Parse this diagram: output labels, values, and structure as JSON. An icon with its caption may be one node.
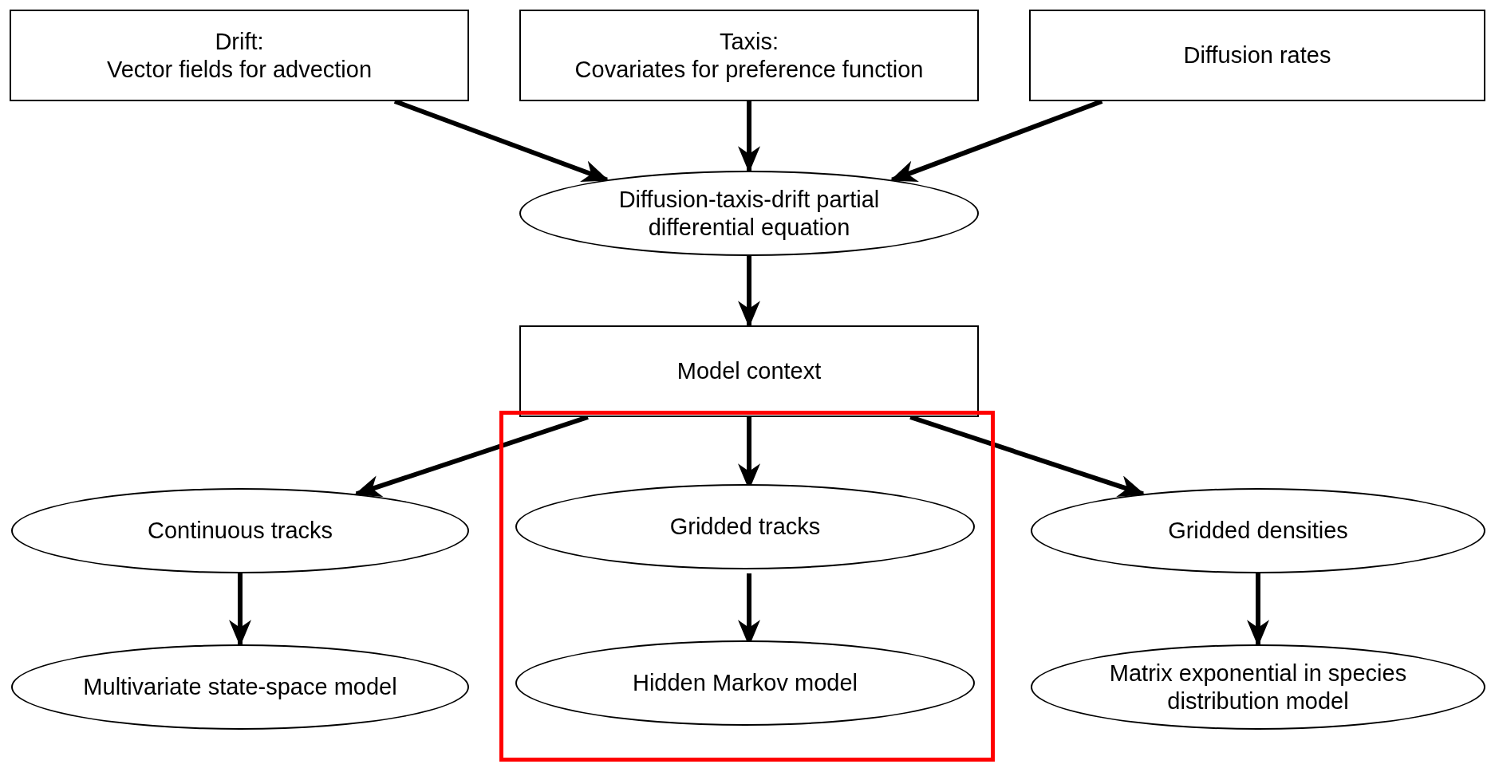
{
  "diagram": {
    "nodes": [
      {
        "text": [
          "Drift:",
          "Vector fields for advection"
        ]
      },
      {
        "text": [
          "Taxis:",
          "Covariates for preference function"
        ]
      },
      {
        "text": [
          "Diffusion rates"
        ]
      },
      {
        "text": [
          "Diffusion-taxis-drift partial differential equation"
        ]
      },
      {
        "text": [
          "Model context"
        ]
      },
      {
        "text": [
          "Continuous tracks"
        ]
      },
      {
        "text": [],
        "shape": "box"
      },
      {
        "text": [
          "Gridded tracks"
        ],
        "in": 6
      },
      {
        "text": [
          "Gridded densities"
        ]
      },
      {
        "text": [
          "Multivariate state-space model"
        ]
      },
      {
        "text": [
          "Hidden Markov model"
        ],
        "in": 6
      },
      {
        "text": [
          "Matrix exponential in species distribution model"
        ]
      }
    ],
    "edges": [
      {
        "from": 0,
        "to": 3,
        "arrow": "to"
      },
      {
        "from": 1,
        "to": 3,
        "arrow": "to"
      },
      {
        "from": 2,
        "to": 3,
        "arrow": "to"
      },
      {
        "from": 3,
        "to": 4,
        "arrow": "to"
      },
      {
        "from": 4,
        "to": 5,
        "arrow": "to"
      },
      {
        "from": 4,
        "to": 7,
        "arrow": "to"
      },
      {
        "from": 4,
        "to": 8,
        "arrow": "to"
      },
      {
        "from": 5,
        "to": 9,
        "arrow": "to"
      },
      {
        "from": 7,
        "to": 10,
        "arrow": "to"
      },
      {
        "from": 8,
        "to": 11,
        "arrow": "to"
      }
    ]
  }
}
